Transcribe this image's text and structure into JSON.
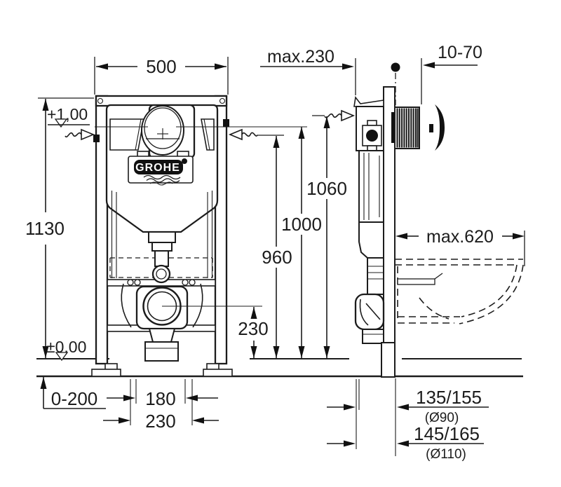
{
  "drawing": {
    "brand": "GROHE",
    "front": {
      "width": "500",
      "height": "1130",
      "level_plus": "+1,00",
      "level_zero": "±0,00",
      "foot_range": "0-200",
      "bolt_span": "180",
      "duct_span": "230"
    },
    "heights": {
      "h960": "960",
      "h1000": "1000",
      "h1060": "1060",
      "drain": "230"
    },
    "side": {
      "depth": "max.230",
      "finish": "10-70",
      "bowl": "max.620",
      "outlet_a": "135/155",
      "outlet_a_dia": "(Ø90)",
      "outlet_b": "145/165",
      "outlet_b_dia": "(Ø110)"
    },
    "colors": {
      "ink": "#1c1c1c",
      "paper": "#ffffff"
    }
  }
}
